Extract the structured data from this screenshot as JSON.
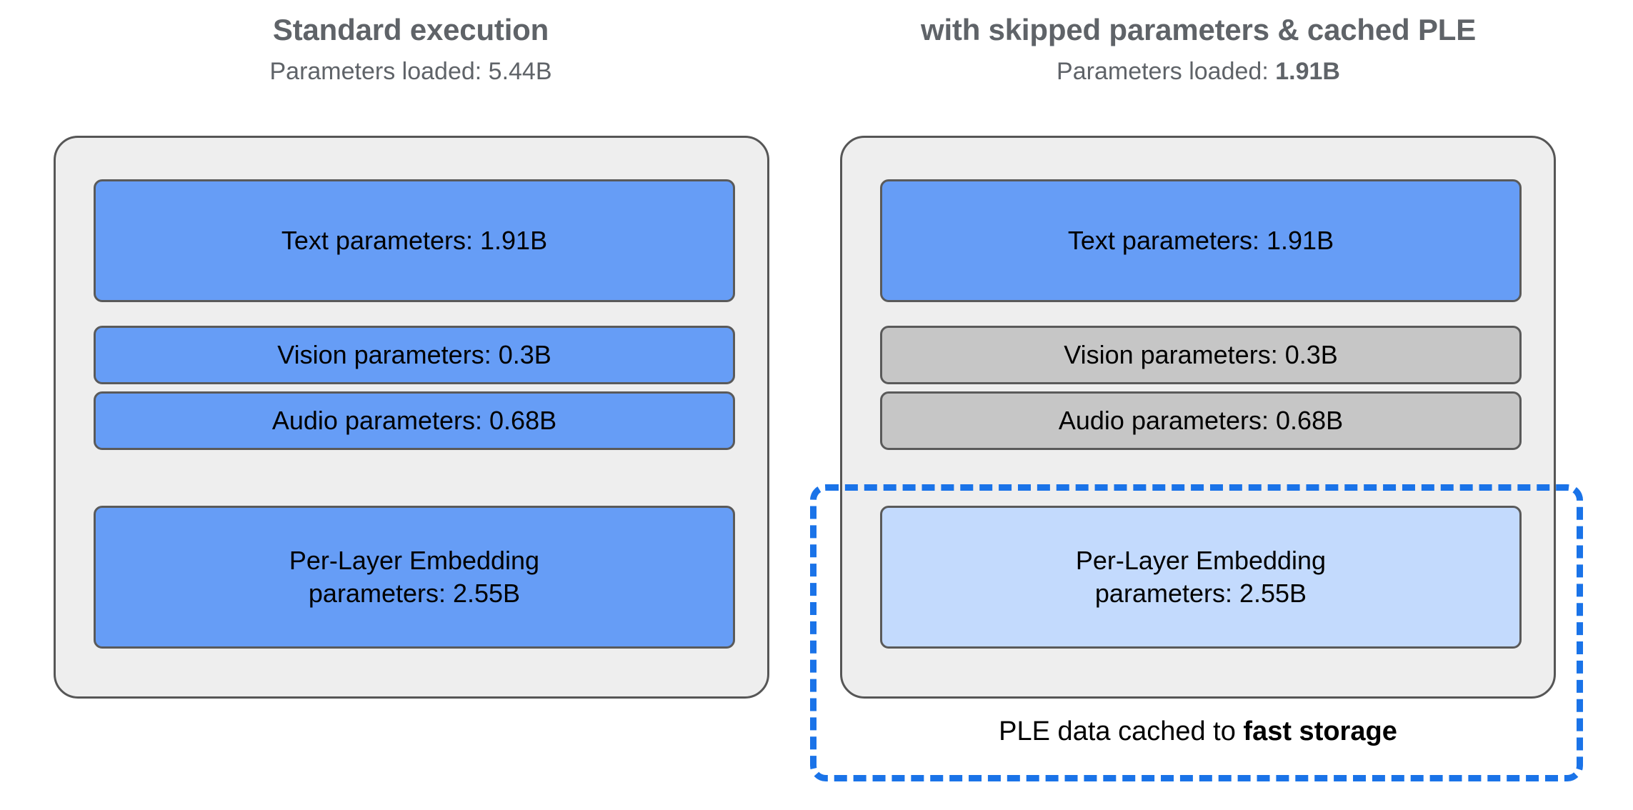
{
  "diagram": {
    "title": "Standard execution vs. with skipped parameters & cached PLE",
    "columns": [
      {
        "id": "standard",
        "title": "Standard execution",
        "subtitle_prefix": "Parameters loaded: ",
        "subtitle_value": "5.44B",
        "subtitle_value_bold": false,
        "boxes": [
          {
            "id": "text",
            "label": "Text parameters: 1.91B",
            "label_line2": "",
            "state": "loaded",
            "color": "#669df6"
          },
          {
            "id": "vision",
            "label": "Vision parameters: 0.3B",
            "label_line2": "",
            "state": "loaded",
            "color": "#669df6"
          },
          {
            "id": "audio",
            "label": "Audio parameters: 0.68B",
            "label_line2": "",
            "state": "loaded",
            "color": "#669df6"
          },
          {
            "id": "ple",
            "label": "Per-Layer Embedding",
            "label_line2": "parameters: 2.55B",
            "state": "loaded",
            "color": "#669df6"
          }
        ]
      },
      {
        "id": "optimized",
        "title": "with skipped parameters & cached PLE",
        "subtitle_prefix": "Parameters loaded: ",
        "subtitle_value": "1.91B",
        "subtitle_value_bold": true,
        "boxes": [
          {
            "id": "text",
            "label": "Text parameters: 1.91B",
            "label_line2": "",
            "state": "loaded",
            "color": "#669df6"
          },
          {
            "id": "vision",
            "label": "Vision parameters: 0.3B",
            "label_line2": "",
            "state": "skipped",
            "color": "#c6c6c6"
          },
          {
            "id": "audio",
            "label": "Audio parameters: 0.68B",
            "label_line2": "",
            "state": "skipped",
            "color": "#c6c6c6"
          },
          {
            "id": "ple",
            "label": "Per-Layer Embedding",
            "label_line2": "parameters: 2.55B",
            "state": "cached",
            "color": "#c3dafd"
          }
        ]
      }
    ],
    "cache_annotation": {
      "caption_prefix": "PLE data cached to ",
      "caption_strong": "fast storage",
      "border_color": "#1a73e8",
      "border_style": "dashed"
    },
    "palette": {
      "loaded_blue": "#669df6",
      "skipped_grey": "#c6c6c6",
      "cached_light_blue": "#c3dafd",
      "panel_background": "#eeeeee",
      "panel_border": "#565656",
      "box_border": "#5a5a5a",
      "heading_grey": "#5f6368",
      "accent_blue": "#1a73e8",
      "page_background": "#ffffff"
    }
  }
}
